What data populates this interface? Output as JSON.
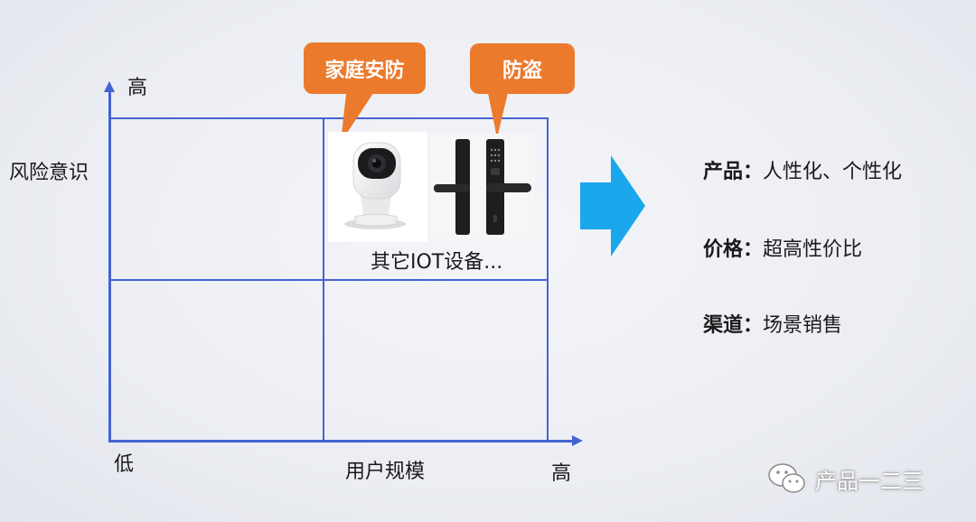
{
  "axes": {
    "y_label": "风险意识",
    "y_high": "高",
    "x_label": "用户规模",
    "x_low": "低",
    "x_high": "高"
  },
  "callouts": {
    "home_security": "家庭安防",
    "anti_theft": "防盗"
  },
  "quadrant_caption": "其它IOT设备...",
  "strategy": [
    {
      "key": "产品",
      "sep": "：",
      "value": "人性化、个性化"
    },
    {
      "key": "价格",
      "sep": "：",
      "value": "超高性价比"
    },
    {
      "key": "渠道",
      "sep": "：",
      "value": "场景销售"
    }
  ],
  "watermark": "产品一二三",
  "colors": {
    "axis": "#4563d3",
    "callout": "#ec7a2c",
    "arrow": "#1aa7ec"
  },
  "icons": [
    "security-camera-icon",
    "smart-lock-icon",
    "right-arrow-icon",
    "wechat-icon"
  ]
}
